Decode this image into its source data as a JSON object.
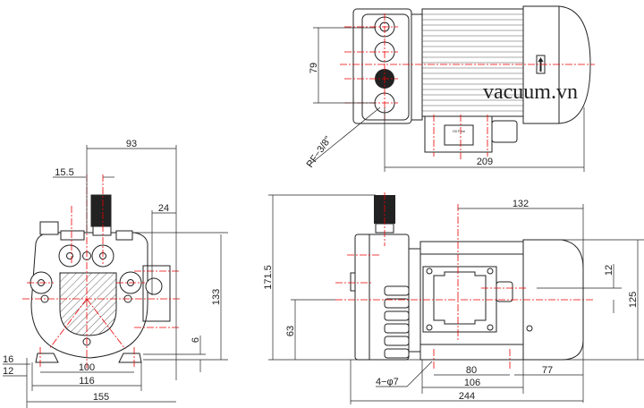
{
  "watermark": "vacuum.vn",
  "top_view": {
    "dim_79": "79",
    "port_label": "PF−3/8\"",
    "dim_209": "209",
    "plate_text": "Oil Free"
  },
  "front_view": {
    "dim_93": "93",
    "dim_15_5": "15.5",
    "dim_24": "24",
    "dim_133": "133",
    "dim_6": "6",
    "dim_16": "16",
    "dim_12": "12",
    "dim_100": "100",
    "dim_116": "116",
    "dim_155": "155"
  },
  "side_view": {
    "dim_171_5": "171.5",
    "dim_132": "132",
    "dim_12": "12",
    "dim_125": "125",
    "dim_63": "63",
    "holes": "4−φ7",
    "dim_80": "80",
    "dim_77": "77",
    "dim_106": "106",
    "dim_244": "244"
  },
  "colors": {
    "centerline": "#e00000",
    "outline": "#222222"
  }
}
